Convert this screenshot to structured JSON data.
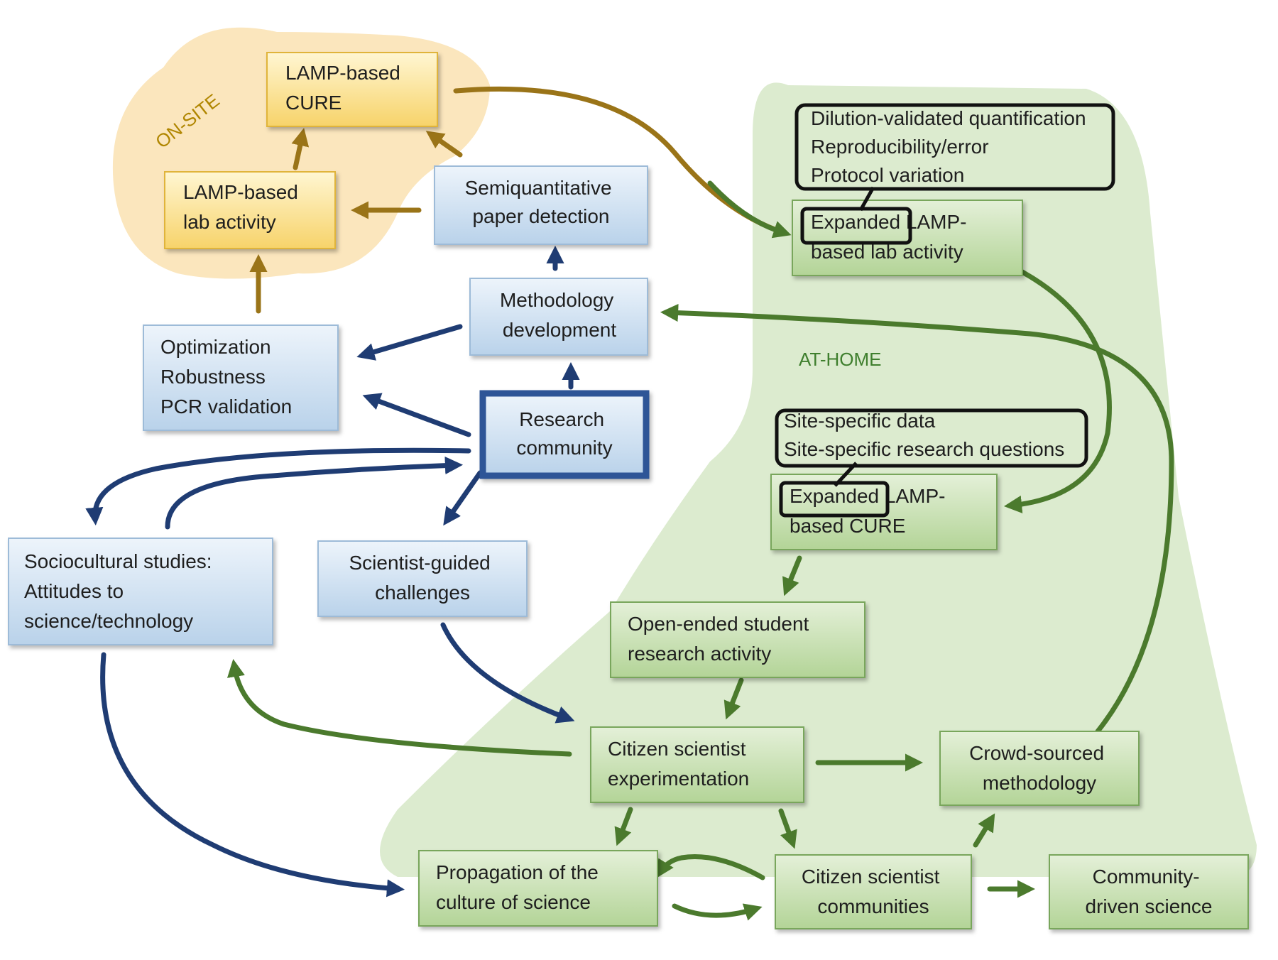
{
  "regions": {
    "onsite": {
      "label": "ON-SITE"
    },
    "athome": {
      "label": "AT-HOME"
    }
  },
  "nodes": {
    "lamp_cure": [
      "LAMP-based",
      "CURE"
    ],
    "lamp_lab": [
      "LAMP-based",
      "lab activity"
    ],
    "semiquant": [
      "Semiquantitative",
      "paper detection"
    ],
    "methodology": [
      "Methodology",
      "development"
    ],
    "optimization": [
      "Optimization",
      "Robustness",
      "PCR validation"
    ],
    "research_community": [
      "Research",
      "community"
    ],
    "sociocultural": [
      "Sociocultural studies:",
      "Attitudes to",
      "science/technology"
    ],
    "scientist_guided": [
      "Scientist-guided",
      "challenges"
    ],
    "expanded_lab": [
      "Expanded  LAMP-",
      "based lab activity"
    ],
    "expanded_cure": [
      "Expanded  LAMP-",
      "based CURE"
    ],
    "open_ended": [
      "Open-ended student",
      "research activity"
    ],
    "citizen_experimentation": [
      "Citizen scientist",
      "experimentation"
    ],
    "crowd_sourced": [
      "Crowd-sourced",
      "methodology"
    ],
    "propagation": [
      "Propagation of the",
      "culture of science"
    ],
    "citizen_communities": [
      "Citizen scientist",
      "communities"
    ],
    "community_driven": [
      "Community-",
      "driven science"
    ]
  },
  "callouts": {
    "lab_features": [
      "Dilution-validated quantification",
      "Reproducibility/error",
      "Protocol variation"
    ],
    "cure_features": [
      "Site-specific data",
      "Site-specific research questions"
    ]
  },
  "colors": {
    "onsite_bg": "#fbe6bd",
    "athome_bg": "#dcebcf",
    "yellow_box_top": "#fff6d2",
    "yellow_box_bottom": "#f7d36a",
    "yellow_border": "#e0b43a",
    "blue_box_top": "#edf4fb",
    "blue_box_bottom": "#b9d2ea",
    "blue_border": "#9dbbd8",
    "green_box_top": "#e4f0d8",
    "green_box_bottom": "#b3d497",
    "green_border": "#79a65c",
    "arrow_gold": "#9a7418",
    "arrow_navy": "#1f3c73",
    "arrow_green": "#4b7a2d",
    "onsite_label": "#b08600",
    "athome_label": "#3f7f2e"
  }
}
